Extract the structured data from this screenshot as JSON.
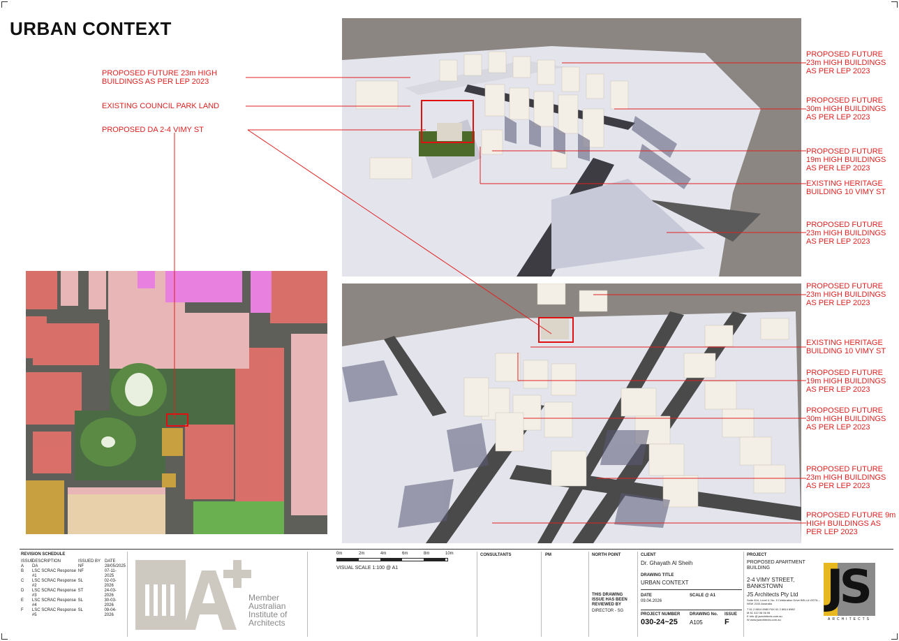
{
  "page": {
    "title": "URBAN CONTEXT"
  },
  "left_callouts": [
    "PROPOSED FUTURE 23m HIGH\nBUILDINGS AS PER LEP 2023",
    "EXISTING COUNCIL PARK LAND",
    "PROPOSED DA 2-4 VIMY ST"
  ],
  "top_callouts": [
    "PROPOSED FUTURE\n23m HIGH BUILDINGS\nAS PER LEP 2023",
    "PROPOSED FUTURE\n30m HIGH BUILDINGS\nAS PER LEP 2023",
    "PROPOSED FUTURE\n19m HIGH BUILDINGS\nAS PER LEP 2023",
    "EXISTING HERITAGE\nBUILDING 10 VIMY ST",
    "PROPOSED FUTURE\n23m HIGH BUILDINGS\nAS PER LEP 2023"
  ],
  "bottom_callouts": [
    "PROPOSED FUTURE\n23m HIGH BUILDINGS\nAS PER LEP 2023",
    "EXISTING HERITAGE\nBUILDING 10 VIMY ST",
    "PROPOSED FUTURE\n19m HIGH BUILDINGS\nAS PER LEP 2023",
    "PROPOSED FUTURE\n30m HIGH BUILDINGS\nAS PER LEP 2023",
    "PROPOSED FUTURE\n23m HIGH BUILDINGS\nAS PER LEP 2023",
    "PROPOSED FUTURE 9m\nHIGH BUILDINGS AS\nPER LEP 2023"
  ],
  "colors": {
    "callout": "#e02020",
    "site_box": "#e01010",
    "js_yellow": "#e8b820"
  },
  "title_block": {
    "revision_schedule_title": "REVISION SCHEDULE",
    "revision_headers": [
      "ISSUE",
      "DESCRIPTION",
      "ISSUED BY",
      "DATE"
    ],
    "revisions": [
      [
        "A",
        "DA",
        "NF",
        "28/05/2025"
      ],
      [
        "B",
        "LSC SCRAC Response #1",
        "NF",
        "07-11-2025"
      ],
      [
        "C",
        "LSC SCRAC Response #2",
        "SL",
        "02-03-2026"
      ],
      [
        "D",
        "LSC SCRAC Response #3",
        "ST",
        "24-03-2026"
      ],
      [
        "E",
        "LSC SCRAC Response #4",
        "SL",
        "30-03-2026"
      ],
      [
        "F",
        "LSC SCRAC Response #5",
        "SL",
        "09-04-2026"
      ]
    ],
    "aia_lines": [
      "Member",
      "Australian",
      "Institute of",
      "Architects"
    ],
    "scale_ticks": [
      "0m",
      "2m",
      "4m",
      "6m",
      "8m",
      "10m"
    ],
    "visual_scale": "VISUAL SCALE 1:100 @ A1",
    "consultants_label": "CONSULTANTS",
    "pm_label": "PM",
    "north_point_label": "NORTH POINT",
    "review_note": "THIS DRAWING ISSUE HAS BEEN REVIEWED BY",
    "director_label": "DIRECTOR - SG",
    "client_label": "CLIENT",
    "client_name": "Dr. Ghayath Al Sheih",
    "drawing_title_label": "DRAWING TITLE",
    "drawing_title": "URBAN CONTEXT",
    "date_label": "DATE",
    "date_value": "09.04.2026",
    "scale_label": "SCALE @ A1",
    "project_number_label": "PROJECT NUMBER",
    "project_number": "030-24~25",
    "drawing_no_label": "DRAWING No.",
    "drawing_no": "A105",
    "issue_label": "ISSUE",
    "issue_value": "F",
    "project_label": "PROJECT",
    "project_name": "PROPOSED APARTMENT BUILDING",
    "project_address": "2-4 VIMY STREET, BANKSTOWN",
    "firm_name": "JS Architects Pty Ltd",
    "firm_address": "Suite 404, Level 4, No. 5 Celebration Drive BELLA VISTA – NSW 2153 Australia",
    "firm_contacts": [
      "T   61 2 8814 8980  FAX  61 2 8814 8982",
      "M   61 412 06 06 06",
      "E   info @ jsarchitects.com.au",
      "W   www.jsarchitects.com.au"
    ],
    "logo_text": "JS",
    "logo_sub": "ARCHITECTS"
  }
}
